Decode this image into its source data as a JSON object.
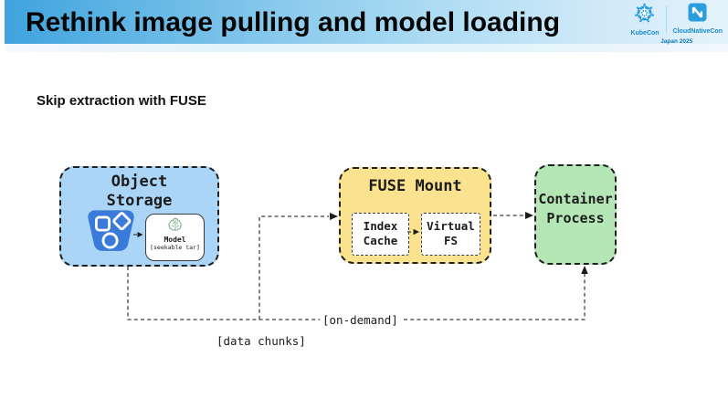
{
  "header": {
    "title": "Rethink image pulling and model loading",
    "logos": {
      "kubecon": "KubeCon",
      "cloudnativecon": "CloudNativeCon",
      "event": "Japan 2025"
    }
  },
  "subtitle": "Skip extraction with FUSE",
  "diagram": {
    "object_storage": {
      "title": "Object\nStorage",
      "model_card": {
        "title": "Model",
        "subtitle": "[seekable tar]"
      }
    },
    "fuse_mount": {
      "title": "FUSE Mount",
      "index_cache": "Index\nCache",
      "virtual_fs": "Virtual\nFS"
    },
    "container_process": {
      "title": "Container\nProcess"
    },
    "edge_labels": {
      "on_demand": "[on-demand]",
      "data_chunks": "[data chunks]"
    }
  },
  "icons": {
    "kubecon": "helm-wheel-icon",
    "cloudnativecon": "cncf-cube-icon",
    "object_storage": "storage-bucket-icon",
    "model": "brain-icon"
  },
  "colors": {
    "header_gradient_left": "#3fa3dd",
    "header_gradient_right": "#e4f3fb",
    "object_storage_fill": "#aad5f6",
    "fuse_mount_fill": "#fae28e",
    "container_process_fill": "#b5e6b5",
    "bucket_blue": "#3a7bd9",
    "brain_green": "#74b08c",
    "logo_blue": "#2a9ede",
    "logo_text_blue": "#1789cd",
    "connector_gray": "#5b5b5b"
  }
}
